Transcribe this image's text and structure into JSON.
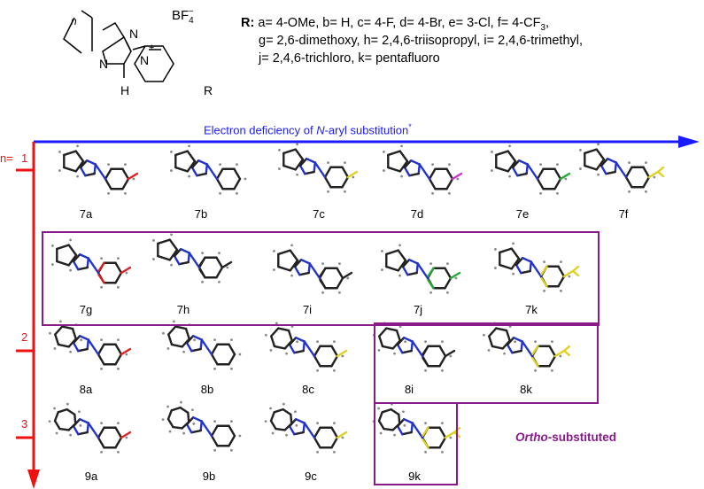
{
  "header": {
    "counter_ion": "BF",
    "counter_ion_sub": "4",
    "counter_ion_sup": "−",
    "ring_index": "n",
    "atoms": {
      "n1": "N",
      "n2": "N",
      "n3": "N",
      "charge": "+",
      "h": "H",
      "r": "R"
    },
    "r_label": "R:",
    "r_line1": " a= 4-OMe, b= H, c= 4-F, d= 4-Br, e= 3-Cl, f= 4-CF",
    "r_line1_sub": "3",
    "r_line1_end": ",",
    "r_line2": "g= 2,6-dimethoxy, h= 2,4,6-triisopropyl, i= 2,4,6-trimethyl,",
    "r_line3": "j= 2,4,6-trichloro, k= pentafluoro"
  },
  "axes": {
    "x_label_pre": "Electron deficiency of ",
    "x_label_italic": "N",
    "x_label_post": "-aryl substitution",
    "x_label_star": "*",
    "n_prefix": "n= ",
    "n_values": [
      "1",
      "2",
      "3"
    ]
  },
  "compounds": {
    "row1": [
      "7a",
      "7b",
      "7c",
      "7d",
      "7e",
      "7f"
    ],
    "row2": [
      "7g",
      "7h",
      "7i",
      "7j",
      "7k"
    ],
    "row3": [
      "8a",
      "8b",
      "8c",
      "8i",
      "8k"
    ],
    "row4": [
      "9a",
      "9b",
      "9c",
      "9k"
    ]
  },
  "annotation": {
    "italic": "Ortho",
    "rest": "-substituted"
  },
  "colors": {
    "axis_x": "#1a1aff",
    "axis_y": "#ee1111",
    "box": "#8a1a8a",
    "nitrogen": "#2233cc",
    "oxygen": "#dd2222",
    "fluorine": "#e0d020",
    "bromine": "#cc33cc",
    "chlorine": "#22aa33",
    "carbon": "#222222"
  }
}
